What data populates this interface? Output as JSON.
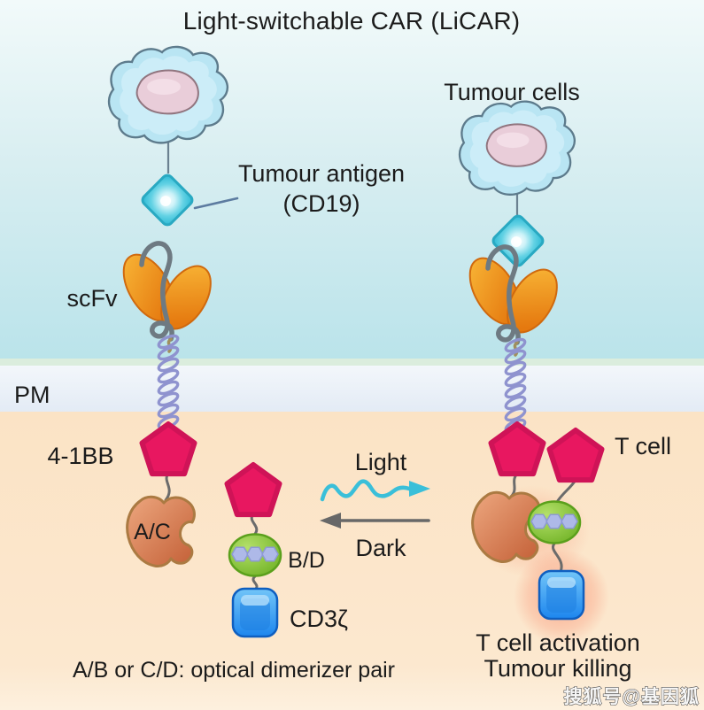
{
  "title": "Light-switchable CAR (LiCAR)",
  "labels": {
    "tumour_cells": "Tumour cells",
    "tumour_antigen_line1": "Tumour antigen",
    "tumour_antigen_line2": "(CD19)",
    "scfv": "scFv",
    "pm": "PM",
    "four_one_bb": "4-1BB",
    "ac": "A/C",
    "bd": "B/D",
    "cd3zeta": "CD3ζ",
    "light": "Light",
    "dark": "Dark",
    "t_cell": "T cell",
    "t_cell_activation": "T cell activation",
    "tumour_killing": "Tumour killing",
    "dimerizer_caption": "A/B or C/D: optical dimerizer pair",
    "watermark": "搜狐号@基因狐"
  },
  "colors": {
    "background_top_cyan": "#bfe6ec",
    "membrane_band": "#edf2f9",
    "cytoplasm_peach": "#fbe5c8",
    "tumour_cell_fill": "#b9e5f3",
    "nucleus_pink": "#e9cdd9",
    "antigen_cyan": "#3cc2da",
    "scfv_orange": "#f09b22",
    "pentagon_pink": "#e81760",
    "apple_brown": "#cf7550",
    "dimer_green": "#7cbe2e",
    "hexagon_lavender": "#aeb9e8",
    "cd3zeta_blue": "#2b93f2",
    "helix_purple": "#8f93cf",
    "light_arrow_cyan": "#3abfd9",
    "dark_arrow_grey": "#686868",
    "activation_glow": "#f7826e",
    "text": "#1b1b1b"
  }
}
